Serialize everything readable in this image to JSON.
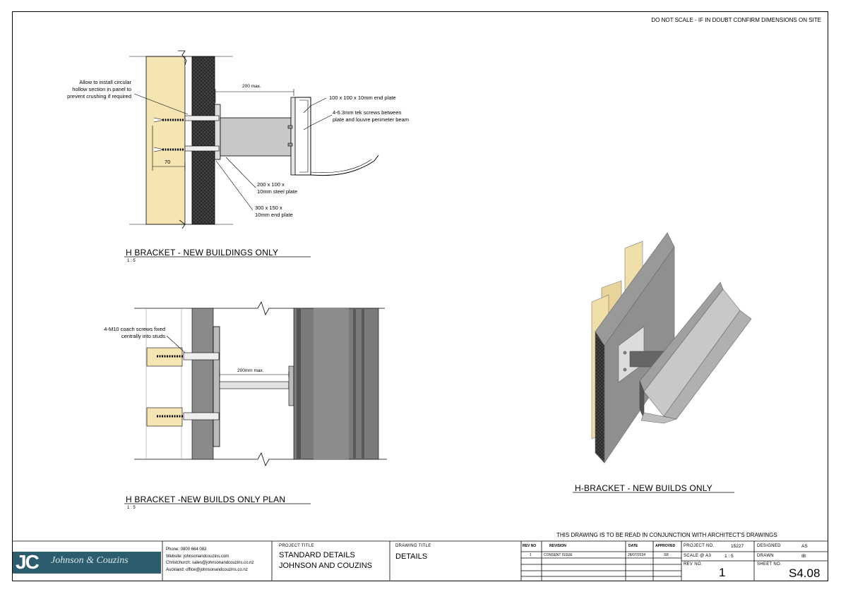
{
  "header_note": "DO NOT SCALE - IF IN DOUBT CONFIRM DIMENSIONS ON SITE",
  "conjunction_note": "THIS DRAWING IS TO BE READ IN CONJUNCTION WITH ARCHITECT'S DRAWINGS",
  "detail1": {
    "title": "H BRACKET - NEW BUILDINGS ONLY",
    "scale": "1 : 5",
    "notes": {
      "hollow": [
        "Allow to install circular",
        "hollow section in panel to",
        "prevent crushing if required"
      ],
      "dim200": "200 max.",
      "endplate_small": "100 x 100 x 10mm end plate",
      "tek": [
        "4-6.3mm tek screws between",
        "plate and louvre perimeter beam"
      ],
      "dim70": "70",
      "steel_plate": [
        "200 x 100 x",
        "10mm steel plate"
      ],
      "endplate_large": [
        "300 x 150 x",
        "10mm end plate"
      ]
    }
  },
  "detail2": {
    "title": "H BRACKET -NEW BUILDS ONLY PLAN",
    "scale": "1 : 5",
    "notes": {
      "coach": [
        "4-M10 coach screws fixed",
        "centrally into studs"
      ],
      "dim200": "200mm max."
    }
  },
  "detail3": {
    "title": "H-BRACKET - NEW BUILDS ONLY"
  },
  "titleblock": {
    "logo_initials": "JC",
    "logo_name": "Johnson & Couzins",
    "contact": [
      "Phone: 0800 664 083",
      "Website: johnsonandcouzins.com",
      "Christchurch: sales@johnsonandcouzins.co.nz",
      "Auckland: office@johnsonandcouzins.co.nz"
    ],
    "project_title_label": "PROJECT TITLE",
    "project_title_1": "STANDARD DETAILS",
    "project_title_2": "JOHNSON AND COUZINS",
    "drawing_title_label": "DRAWING TITLE",
    "drawing_title": "DETAILS",
    "rev_headers": [
      "REV NO",
      "REVISION",
      "DATE",
      "APPROVED"
    ],
    "rev_row": [
      "1",
      "CONSENT ISSUE",
      "28/07/2024",
      "SR"
    ],
    "project_no_label": "PROJECT NO.",
    "project_no": "15227",
    "scale_label": "SCALE @ A3",
    "scale_value": "1 : 5",
    "rev_no_label": "REV NO.",
    "rev_no": "1",
    "designed_label": "DESIGNED",
    "designed": "AS",
    "drawn_label": "DRAWN",
    "drawn": "IB",
    "sheet_no_label": "SHEET NO.",
    "sheet_no": "S4.08"
  },
  "colors": {
    "timber": "#f4e5b2",
    "insulation": "#4a4a4a",
    "steel": "#c8c8c8",
    "panel": "#8a8a8a",
    "logo_bg": "#2c5d6e"
  }
}
